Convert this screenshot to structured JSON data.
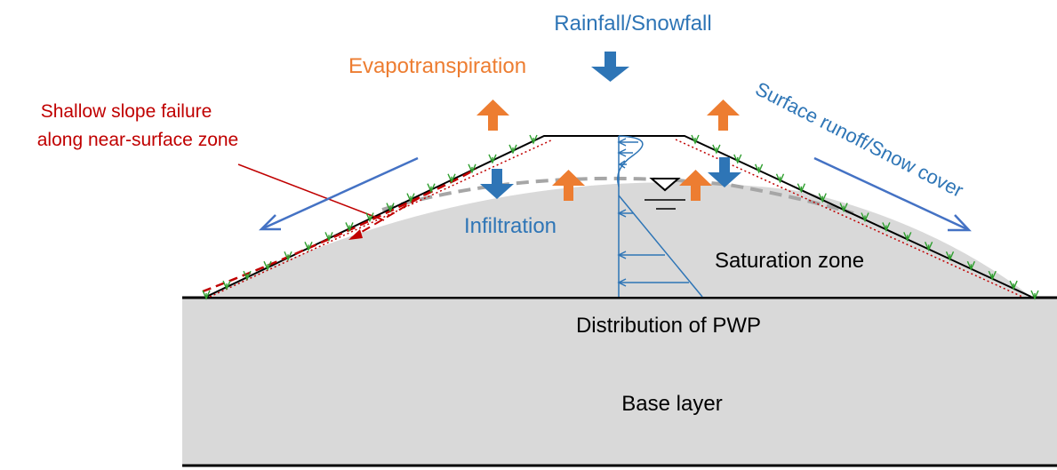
{
  "labels": {
    "precipitation": "Rainfall/Snowfall",
    "evapotranspiration": "Evapotranspiration",
    "failure_line1": "Shallow slope failure",
    "failure_line2": "along near-surface zone",
    "runoff": "Surface runoff/Snow cover",
    "infiltration": "Infiltration",
    "saturation_zone": "Saturation zone",
    "pwp_distribution": "Distribution of PWP",
    "base_layer": "Base layer"
  },
  "colors": {
    "blue_text": "#2e75b6",
    "orange": "#ed7d31",
    "dark_red": "#c00000",
    "arrow_blue": "#4472c4",
    "saturation_fill": "#d9d9d9",
    "base_fill": "#d9d9d9",
    "grass": "#2e9e2e",
    "phreatic_line": "#a6a6a6"
  },
  "icons": {
    "precipitation_arrows": "down-arrow-icon",
    "evaporation_arrows": "up-arrow-icon",
    "water_table": "water-table-triangle-icon",
    "grass": "grass-tuft-icon"
  }
}
